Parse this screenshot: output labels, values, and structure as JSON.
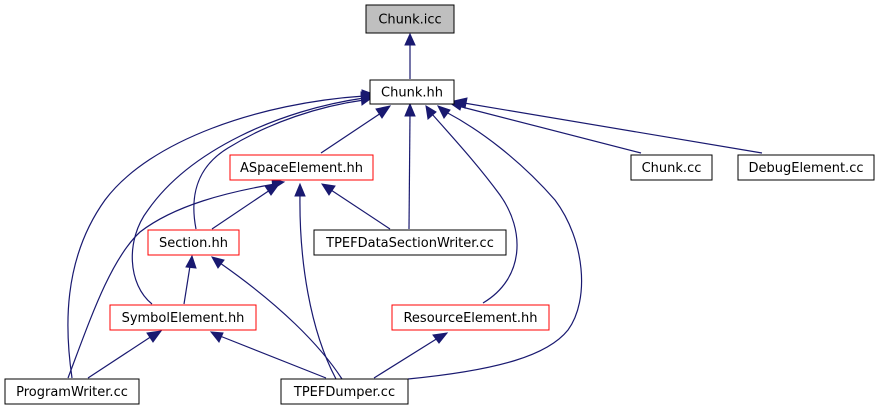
{
  "nodes": {
    "chunk_icc": "Chunk.icc",
    "chunk_hh": "Chunk.hh",
    "aspace_element_hh": "ASpaceElement.hh",
    "chunk_cc": "Chunk.cc",
    "debug_element_cc": "DebugElement.cc",
    "section_hh": "Section.hh",
    "tpef_data_section_writer_cc": "TPEFDataSectionWriter.cc",
    "symbol_element_hh": "SymbolElement.hh",
    "resource_element_hh": "ResourceElement.hh",
    "program_writer_cc": "ProgramWriter.cc",
    "tpef_dumper_cc": "TPEFDumper.cc"
  },
  "colors": {
    "edge": "#191970",
    "focus_fill": "#bfbfbf",
    "default_border": "#000000",
    "expandable_border": "#ff0000",
    "background": "#ffffff"
  }
}
